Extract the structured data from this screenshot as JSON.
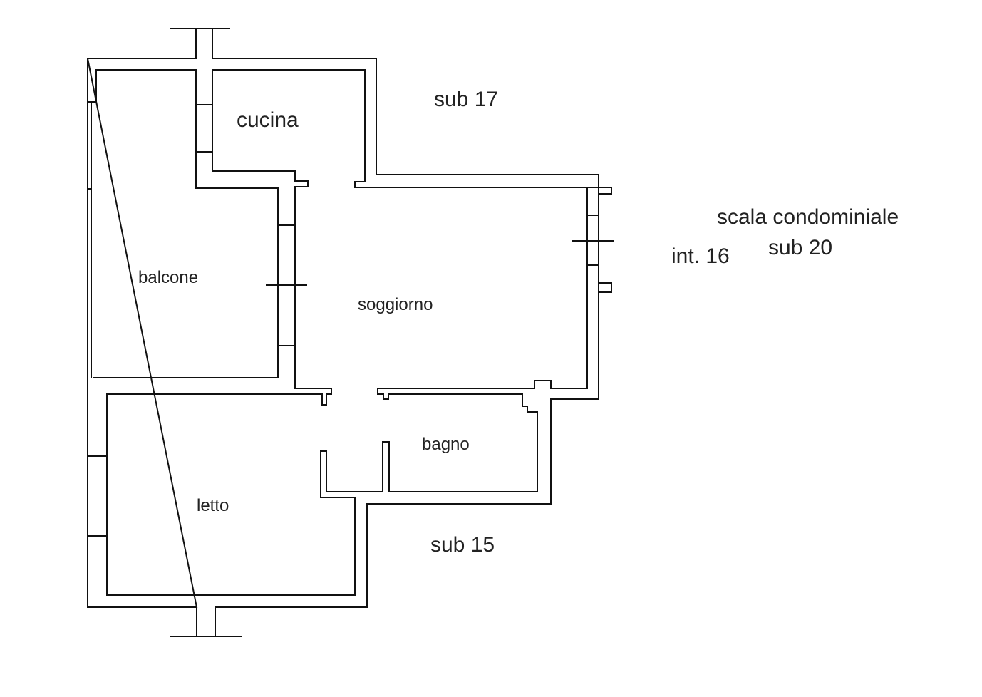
{
  "plan": {
    "rooms": {
      "cucina": "cucina",
      "balcone": "balcone",
      "soggiorno": "soggiorno",
      "bagno": "bagno",
      "letto": "letto"
    },
    "surroundings": {
      "north_unit": "sub 17",
      "south_unit": "sub 15",
      "stair_line1": "scala condominiale",
      "stair_line2": "sub 20",
      "internal_number": "int. 16"
    }
  }
}
